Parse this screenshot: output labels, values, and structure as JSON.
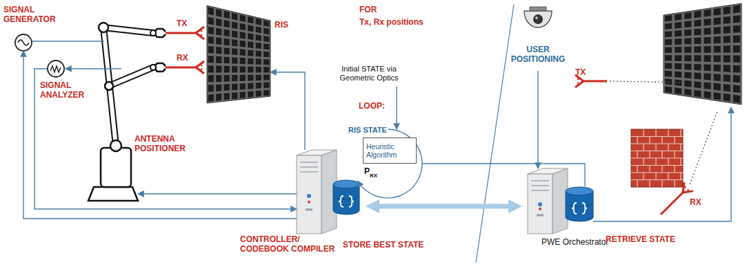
{
  "diagram": {
    "nodes": [
      {
        "text": [
          "SIGNAL GENERATOR"
        ]
      },
      {
        "text": [
          "SIGNAL ANALYZER"
        ]
      },
      {
        "text": [
          "ANTENNA POSITIONER"
        ]
      },
      {
        "text": [
          "RIS"
        ]
      },
      {
        "text": [
          "Heuristic Algorithm"
        ]
      },
      {
        "text": [
          "CONTROLLER/ CODEBOOK COMPILER"
        ]
      },
      {
        "text": [
          "USER POSITIONING"
        ]
      },
      {
        "text": [
          "PWE Orchestrator"
        ]
      }
    ],
    "edges": [
      {
        "from": 5,
        "to": 3,
        "arrow": "to"
      },
      {
        "from": 5,
        "to": 2,
        "arrow": "to"
      },
      {
        "from": 5,
        "to": 0,
        "arrow": "to"
      },
      {
        "from": 1,
        "to": 5,
        "arrow": "to"
      },
      {
        "from": 6,
        "to": 7,
        "arrow": "to"
      },
      {
        "from": 5,
        "to": 7,
        "label": "STORE BEST STATE",
        "arrow": "both"
      }
    ],
    "labels": [
      "TX",
      "RX",
      "FOR",
      "Tx, Rx positions",
      "Initial STATE via Geometric Optics",
      "LOOP:",
      "RIS STATE",
      "P",
      "RX",
      "RETRIEVE STATE",
      "TX",
      "RX"
    ]
  }
}
